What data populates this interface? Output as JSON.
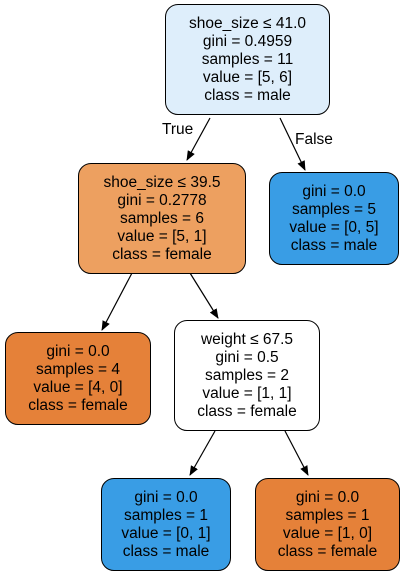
{
  "colors": {
    "male_light": "#deeefb",
    "female_mid": "#eda060",
    "male_full": "#399de5",
    "female_full": "#e58139",
    "neutral": "#ffffff",
    "edge": "#000000"
  },
  "nodes": {
    "root": {
      "split": "shoe_size ≤ 41.0",
      "gini": "gini = 0.4959",
      "samples": "samples = 11",
      "value": "value = [5, 6]",
      "class": "class = male"
    },
    "left": {
      "split": "shoe_size ≤ 39.5",
      "gini": "gini = 0.2778",
      "samples": "samples = 6",
      "value": "value = [5, 1]",
      "class": "class = female"
    },
    "right_leaf": {
      "gini": "gini = 0.0",
      "samples": "samples = 5",
      "value": "value = [0, 5]",
      "class": "class = male"
    },
    "left_left_leaf": {
      "gini": "gini = 0.0",
      "samples": "samples = 4",
      "value": "value = [4, 0]",
      "class": "class = female"
    },
    "left_right": {
      "split": "weight ≤ 67.5",
      "gini": "gini = 0.5",
      "samples": "samples = 2",
      "value": "value = [1, 1]",
      "class": "class = female"
    },
    "leaf_male": {
      "gini": "gini = 0.0",
      "samples": "samples = 1",
      "value": "value = [0, 1]",
      "class": "class = male"
    },
    "leaf_female": {
      "gini": "gini = 0.0",
      "samples": "samples = 1",
      "value": "value = [1, 0]",
      "class": "class = female"
    }
  },
  "edge_labels": {
    "true_label": "True",
    "false_label": "False"
  }
}
